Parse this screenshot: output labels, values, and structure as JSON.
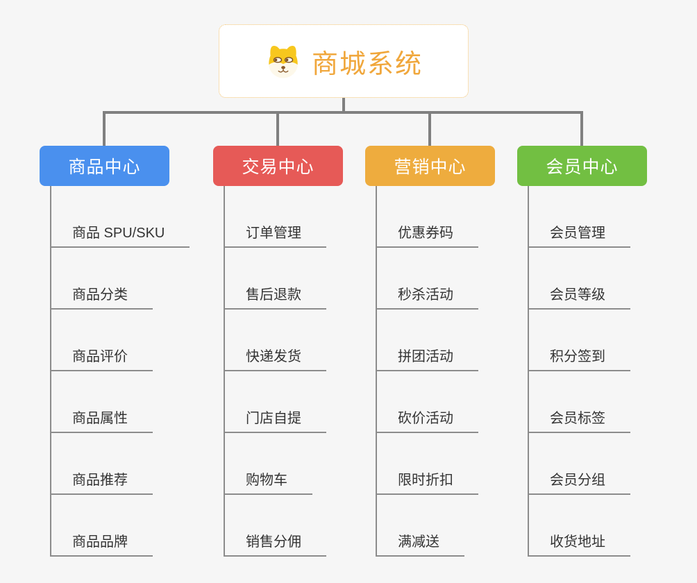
{
  "root": {
    "title": "商城系统",
    "icon": "dog-face-icon"
  },
  "colors": {
    "background": "#f6f6f6",
    "root_border": "#f2c16c",
    "root_title": "#f0a73c",
    "connector": "#808080",
    "leaf_line": "#8c8c8c",
    "leaf_text": "#343434",
    "branch_product": "#4a90ee",
    "branch_trade": "#e65a57",
    "branch_marketing": "#eeac3e",
    "branch_member": "#72bf42"
  },
  "branches": [
    {
      "label": "商品中心",
      "color": "#4a90ee",
      "items": [
        "商品 SPU/SKU",
        "商品分类",
        "商品评价",
        "商品属性",
        "商品推荐",
        "商品品牌"
      ]
    },
    {
      "label": "交易中心",
      "color": "#e65a57",
      "items": [
        "订单管理",
        "售后退款",
        "快递发货",
        "门店自提",
        "购物车",
        "销售分佣"
      ]
    },
    {
      "label": "营销中心",
      "color": "#eeac3e",
      "items": [
        "优惠券码",
        "秒杀活动",
        "拼团活动",
        "砍价活动",
        "限时折扣",
        "满减送"
      ]
    },
    {
      "label": "会员中心",
      "color": "#72bf42",
      "items": [
        "会员管理",
        "会员等级",
        "积分签到",
        "会员标签",
        "会员分组",
        "收货地址"
      ]
    }
  ]
}
